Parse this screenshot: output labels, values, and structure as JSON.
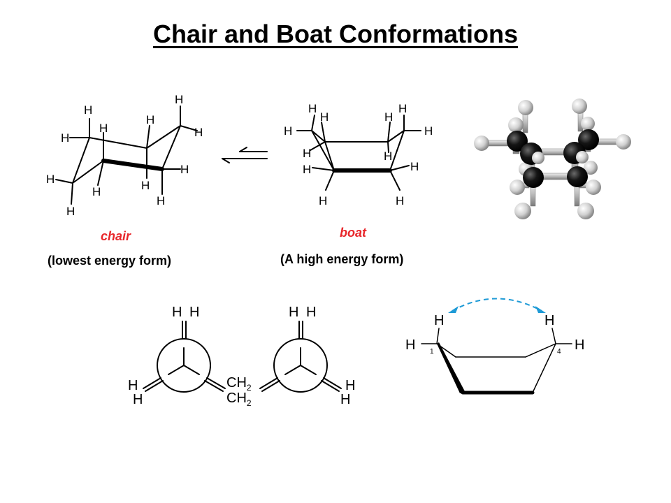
{
  "title": "Chair and Boat Conformations",
  "chair": {
    "label": "chair",
    "caption": "(lowest energy form)"
  },
  "boat": {
    "label": "boat",
    "caption": "(A high energy form)"
  },
  "atoms": {
    "hydrogen": "H",
    "methylene": "CH",
    "methylene_subscript": "2",
    "carbon_1": "1",
    "carbon_4": "4"
  },
  "colors": {
    "label_red": "#e8262a",
    "arrow_blue": "#1e9ad6",
    "ball_carbon": "#111111",
    "ball_hydrogen": "#d9d9d9"
  }
}
